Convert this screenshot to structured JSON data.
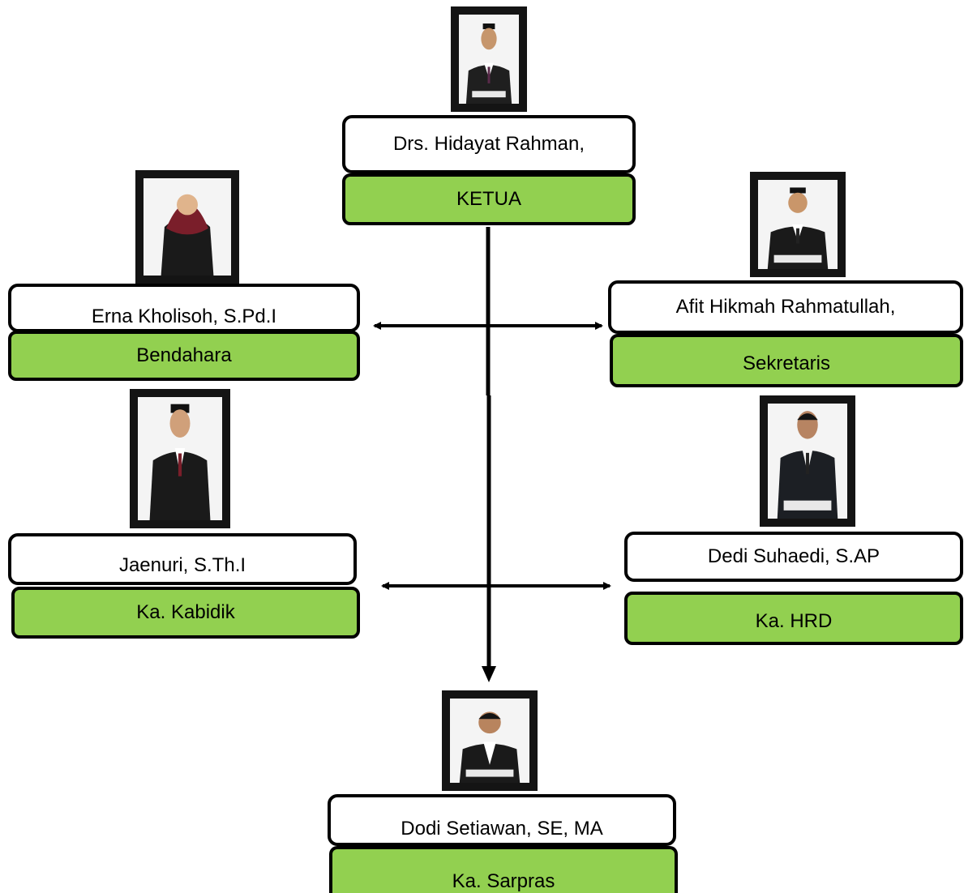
{
  "org_chart": {
    "members": [
      {
        "id": "ketua",
        "name": "Drs. Hidayat Rahman,",
        "role": "KETUA",
        "photo_icon": "person-photo-man-peci"
      },
      {
        "id": "bendahara",
        "name": "Erna Kholisoh, S.Pd.I",
        "role": "Bendahara",
        "photo_icon": "person-photo-woman-hijab"
      },
      {
        "id": "sekretaris",
        "name": "Afit Hikmah Rahmatullah,",
        "role": "Sekretaris",
        "photo_icon": "person-photo-man-peci"
      },
      {
        "id": "kabidik",
        "name": "Jaenuri, S.Th.I",
        "role": "Ka. Kabidik",
        "photo_icon": "person-photo-man-peci"
      },
      {
        "id": "hrd",
        "name": "Dedi Suhaedi, S.AP",
        "role": "Ka. HRD",
        "photo_icon": "person-photo-man"
      },
      {
        "id": "sarpras",
        "name": "Dodi Setiawan, SE, MA",
        "role": "Ka. Sarpras",
        "photo_icon": "person-photo-man"
      }
    ]
  },
  "colors": {
    "role_fill": "#92d050",
    "border": "#000000",
    "photo_frame": "#141414"
  }
}
